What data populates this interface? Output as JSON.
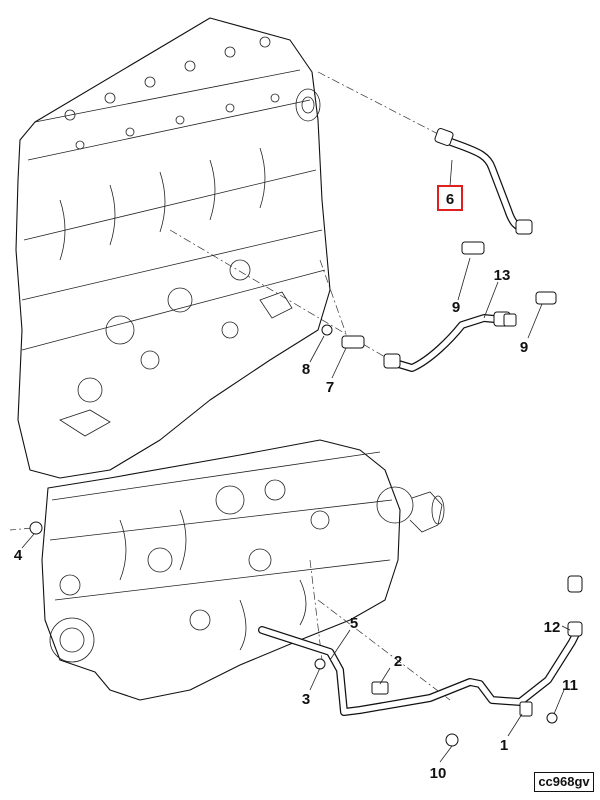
{
  "diagram": {
    "callouts": {
      "c1": "1",
      "c2": "2",
      "c3": "3",
      "c4": "4",
      "c5": "5",
      "c6": "6",
      "c7": "7",
      "c8": "8",
      "c9a": "9",
      "c9b": "9",
      "c10": "10",
      "c11": "11",
      "c12": "12",
      "c13": "13"
    },
    "highlighted_callout": "6",
    "highlight_color": "#e02020",
    "diagram_code": "cc968gv"
  }
}
